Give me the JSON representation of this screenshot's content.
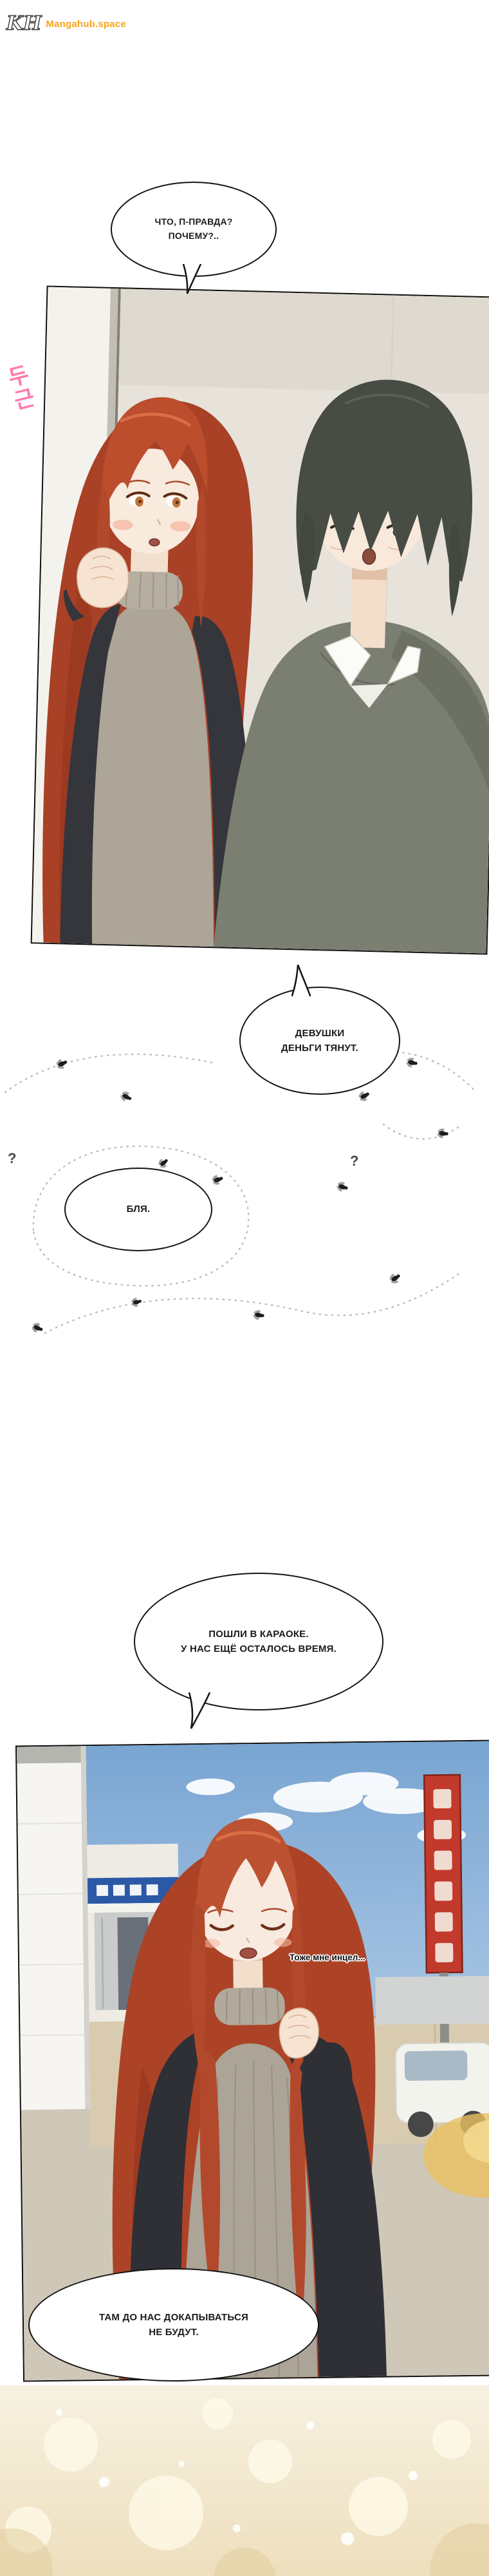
{
  "site": {
    "logo_monogram": "KH",
    "name": "Mangahub.space"
  },
  "sfx": {
    "heartbeat": "두근"
  },
  "bubbles": {
    "b1": {
      "lines": [
        "ЧТО, П-ПРАВДА?",
        "ПОЧЕМУ?.."
      ]
    },
    "b2": {
      "lines": [
        "ДЕВУШКИ",
        "ДЕНЬГИ ТЯНУТ."
      ]
    },
    "b3": {
      "lines": [
        "БЛЯ."
      ]
    },
    "b4": {
      "lines": [
        "ПОШЛИ В КАРАОКЕ.",
        "У НАС ЕЩЁ ОСТАЛОСЬ ВРЕМЯ."
      ]
    },
    "b5": {
      "lines": [
        "ТАМ ДО НАС ДОКАПЫВАТЬСЯ",
        "НЕ БУДУТ."
      ]
    }
  },
  "floating_text": "Тоже мне инцел...",
  "question_marks": {
    "left": "?",
    "right": "?"
  },
  "colors": {
    "logo_orange": "#F7A41D",
    "sfx_pink": "#FF7BAE",
    "sign_red": "#C13A2B",
    "sky_blue": "#85AED9",
    "hair_red": "#B0452A",
    "bokeh_cream": "#F4ECD7"
  }
}
